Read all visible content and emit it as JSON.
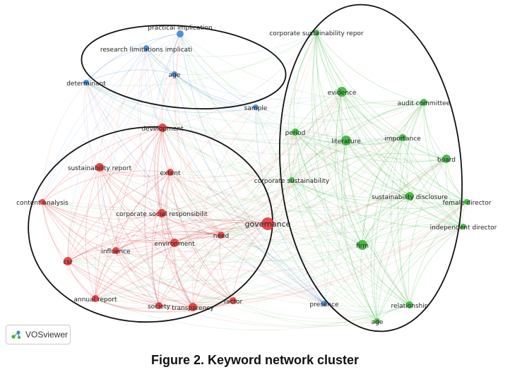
{
  "figure": {
    "caption": "Figure 2. Keyword network cluster"
  },
  "badge": {
    "label": "VOSviewer",
    "icon": "vosviewer-logo-icon"
  },
  "colors": {
    "red_cluster": "#e0393b",
    "green_cluster": "#3cb43c",
    "blue_cluster": "#3c87d2",
    "ellipse": "#111111"
  },
  "clusters": [
    {
      "color": "blue",
      "nodes": [
        "practical implication",
        "research limitations implicati",
        "age",
        "determinant",
        "sample",
        "presence"
      ]
    },
    {
      "color": "red",
      "nodes": [
        "development",
        "sustainability report",
        "extent",
        "content analysis",
        "corporate social responsibilit",
        "governance",
        "need",
        "environment",
        "influence",
        "csr",
        "annual report",
        "society",
        "transparency",
        "factor"
      ]
    },
    {
      "color": "green",
      "nodes": [
        "corporate sustainability repor",
        "evidence",
        "audit committee",
        "period",
        "literature",
        "importance",
        "board",
        "corporate sustainability",
        "sustainability disclosure",
        "female director",
        "independent director",
        "firm",
        "relationship",
        "age"
      ]
    }
  ]
}
